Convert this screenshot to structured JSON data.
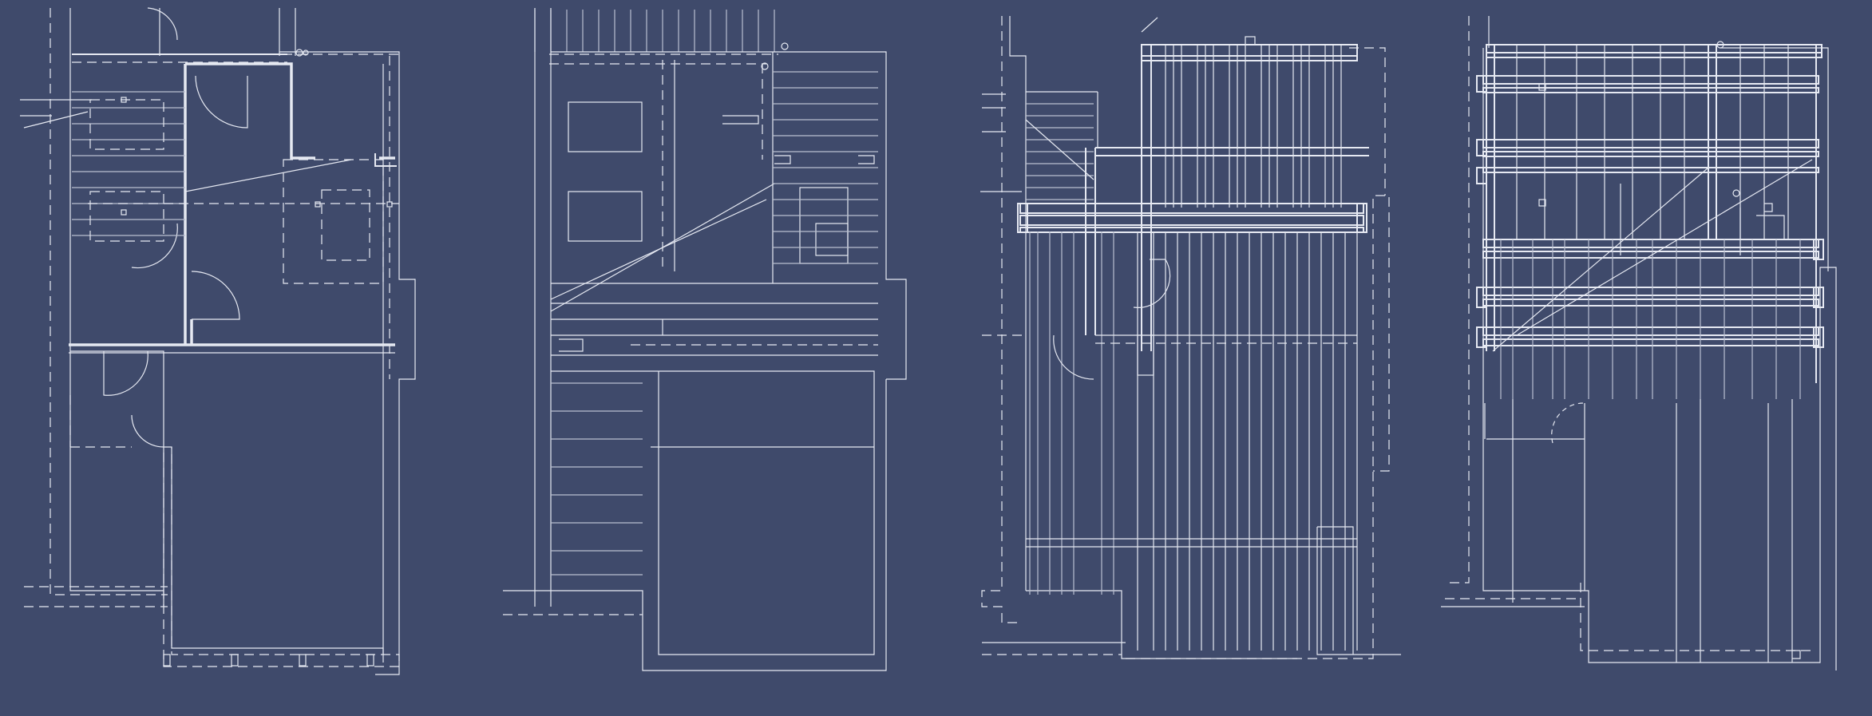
{
  "drawing": {
    "background": "#3f4a6b",
    "line_color": "#e6e9f2",
    "secondary_line_color": "#b9bfd0",
    "panels": [
      {
        "id": "plan-level-1"
      },
      {
        "id": "plan-level-2"
      },
      {
        "id": "framing-plan-1"
      },
      {
        "id": "framing-plan-2"
      }
    ]
  }
}
